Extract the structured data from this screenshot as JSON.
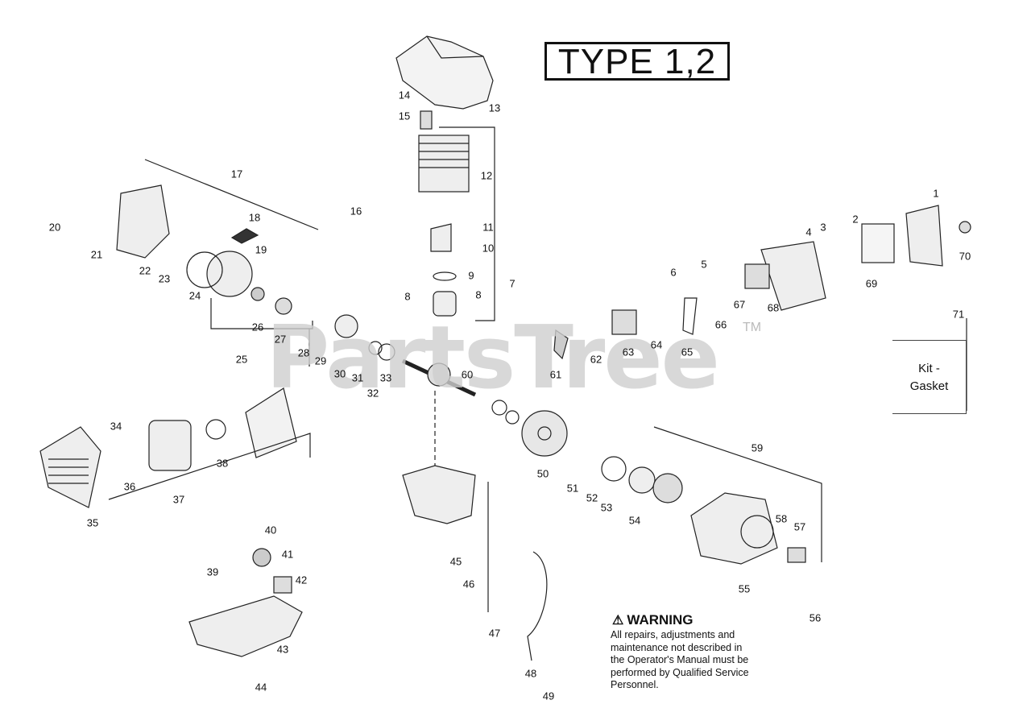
{
  "title_box": "TYPE 1,2",
  "watermark": "PartsTree",
  "watermark_tm": "TM",
  "kit_box": {
    "line1": "Kit -",
    "line2": "Gasket"
  },
  "warning": {
    "title": "WARNING",
    "lines": [
      "All repairs, adjustments and",
      "maintenance not described in",
      "the Operator's Manual must be",
      "performed by Qualified Service",
      "Personnel."
    ]
  },
  "callouts": [
    "1",
    "2",
    "3",
    "4",
    "5",
    "6",
    "7",
    "8",
    "8",
    "9",
    "10",
    "11",
    "12",
    "13",
    "14",
    "15",
    "16",
    "17",
    "18",
    "19",
    "20",
    "21",
    "22",
    "23",
    "24",
    "25",
    "26",
    "27",
    "28",
    "29",
    "30",
    "31",
    "32",
    "33",
    "34",
    "35",
    "36",
    "37",
    "38",
    "39",
    "40",
    "41",
    "42",
    "43",
    "44",
    "45",
    "46",
    "47",
    "48",
    "49",
    "50",
    "51",
    "52",
    "53",
    "54",
    "55",
    "56",
    "57",
    "58",
    "59",
    "60",
    "61",
    "62",
    "63",
    "64",
    "65",
    "66",
    "67",
    "68",
    "69",
    "70",
    "71"
  ]
}
